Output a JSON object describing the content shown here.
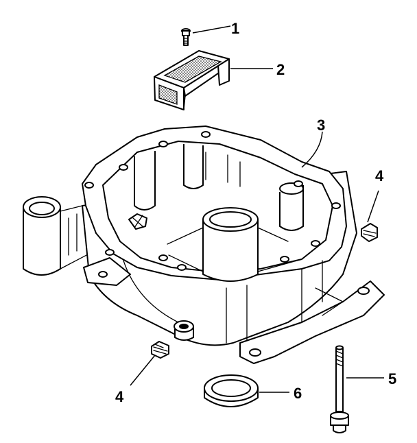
{
  "callouts": [
    {
      "id": "c1",
      "label": "1"
    },
    {
      "id": "c2",
      "label": "2"
    },
    {
      "id": "c3",
      "label": "3"
    },
    {
      "id": "c4a",
      "label": "4"
    },
    {
      "id": "c4b",
      "label": "4"
    },
    {
      "id": "c5",
      "label": "5"
    },
    {
      "id": "c6",
      "label": "6"
    }
  ]
}
